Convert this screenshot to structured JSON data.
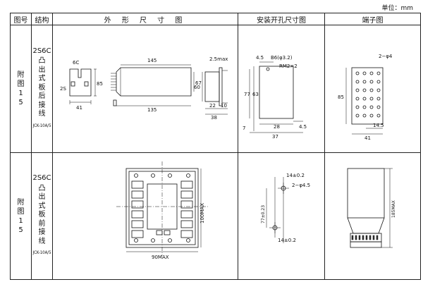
{
  "unit_label": "单位：mm",
  "headers": {
    "fig": "图号",
    "structure": "结构",
    "outline": "外 形 尺 寸 图",
    "install": "安装开孔尺寸图",
    "terminal": "端子图"
  },
  "rows": [
    {
      "fig_no": "附图15",
      "code": "2S6C",
      "desc": "凸出式板后接线",
      "model": "JCK-10A/5",
      "outline": {
        "small": {
          "d6c": "6C",
          "d2s": "2S",
          "h85": "85",
          "w41": "41"
        },
        "side": {
          "w145": "145",
          "w135": "135",
          "h67": "67"
        },
        "rear": {
          "t25": "2.5max",
          "h60": "60",
          "w22": "22",
          "w10": "10",
          "w38": "38"
        }
      },
      "install": {
        "d45a": "4.5",
        "hole": "B6(φ3.2)",
        "rm": "RM2×2",
        "h77": "77",
        "h63": "63",
        "h7": "7",
        "w28": "28",
        "w45b": "4.5",
        "w37": "37"
      },
      "terminal": {
        "holes": "2−φ4",
        "h85": "85",
        "w145": "14.5",
        "w41": "41"
      }
    },
    {
      "fig_no": "附图15",
      "code": "2S6C",
      "desc": "凸出式板前接线",
      "model": "JCK-10A/5",
      "outline": {
        "h100": "100MAX",
        "w90": "90MAX"
      },
      "install": {
        "top": "14±0.2",
        "holes": "2−φ4.5",
        "vert": "77±0.23",
        "bottom": "14±0.2"
      },
      "terminal": {
        "h185": "185MAX"
      }
    }
  ]
}
